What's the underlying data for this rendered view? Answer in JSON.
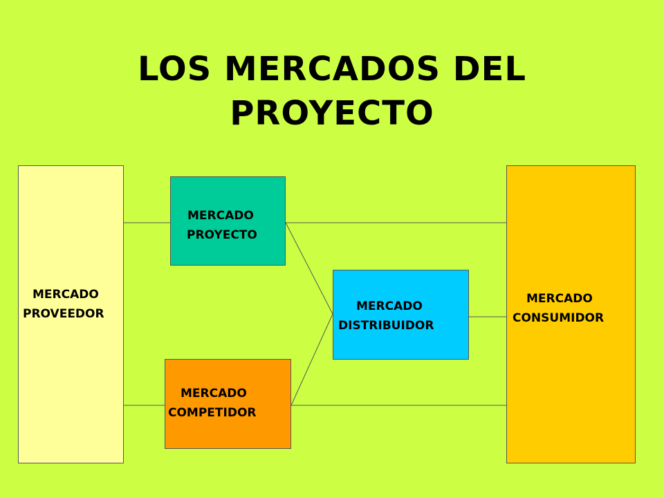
{
  "title": {
    "line1": "LOS MERCADOS DEL",
    "line2": "PROYECTO"
  },
  "colors": {
    "background": "#ccff44",
    "proveedor": "#ffff99",
    "proyecto": "#00cc99",
    "competidor": "#ff9900",
    "distribuidor": "#00ccff",
    "consumidor": "#ffcc00"
  },
  "nodes": {
    "proveedor": {
      "line1": "MERCADO",
      "line2": "PROVEEDOR"
    },
    "proyecto": {
      "line1": "MERCADO",
      "line2": "PROYECTO"
    },
    "competidor": {
      "line1": "MERCADO",
      "line2": "COMPETIDOR"
    },
    "distribuidor": {
      "line1": "MERCADO",
      "line2": "DISTRIBUIDOR"
    },
    "consumidor": {
      "line1": "MERCADO",
      "line2": "CONSUMIDOR"
    }
  }
}
